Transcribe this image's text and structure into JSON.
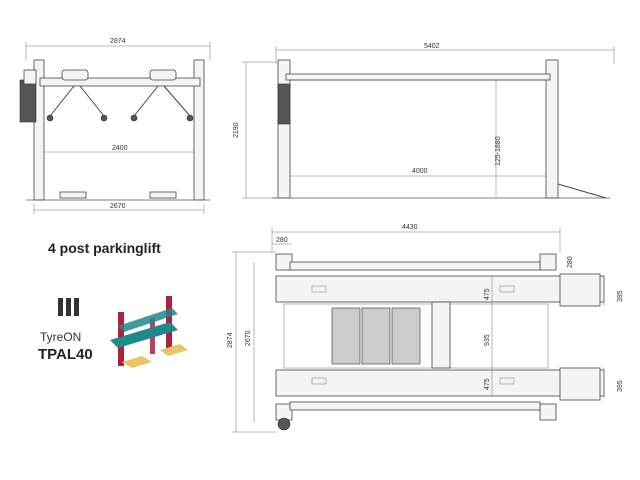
{
  "title": "4 post parkinglift",
  "brand": "TyreON",
  "model": "TPAL40",
  "dims": {
    "front_width": "2874",
    "front_inner": "2400",
    "front_base": "2670",
    "side_length": "5402",
    "side_height": "2190",
    "side_lift_range": "125-1880",
    "side_runway": "4000",
    "top_length": "4430",
    "top_offset": "280",
    "top_offset_right": "280",
    "top_width": "2874",
    "top_inner": "2670",
    "top_475_a": "475",
    "top_935": "935",
    "top_475_b": "475",
    "top_395_a": "395",
    "top_395_b": "395"
  },
  "colors": {
    "column": "#b0203a",
    "runway": "#1f8a8a",
    "plate": "#e8c46a"
  }
}
